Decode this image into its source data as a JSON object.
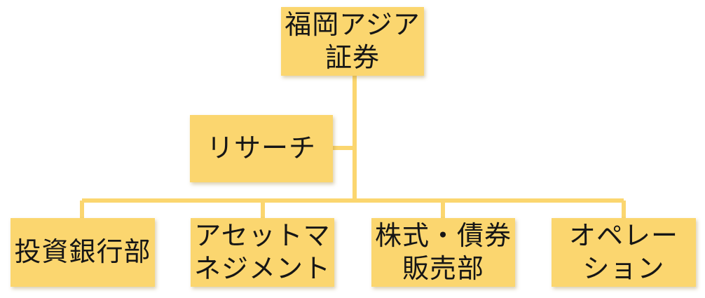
{
  "diagram": {
    "colors": {
      "node_fill": "#fbd66f",
      "connector": "#fbd66f",
      "text": "#161616"
    },
    "root": {
      "lines": [
        "福岡アジア",
        "証券"
      ]
    },
    "assistant": {
      "lines": [
        "リサーチ"
      ]
    },
    "departments": [
      {
        "lines": [
          "投資銀行部"
        ]
      },
      {
        "lines": [
          "アセットマ",
          "ネジメント"
        ]
      },
      {
        "lines": [
          "株式・債券",
          "販売部"
        ]
      },
      {
        "lines": [
          "オペレー",
          "ション"
        ]
      }
    ]
  }
}
